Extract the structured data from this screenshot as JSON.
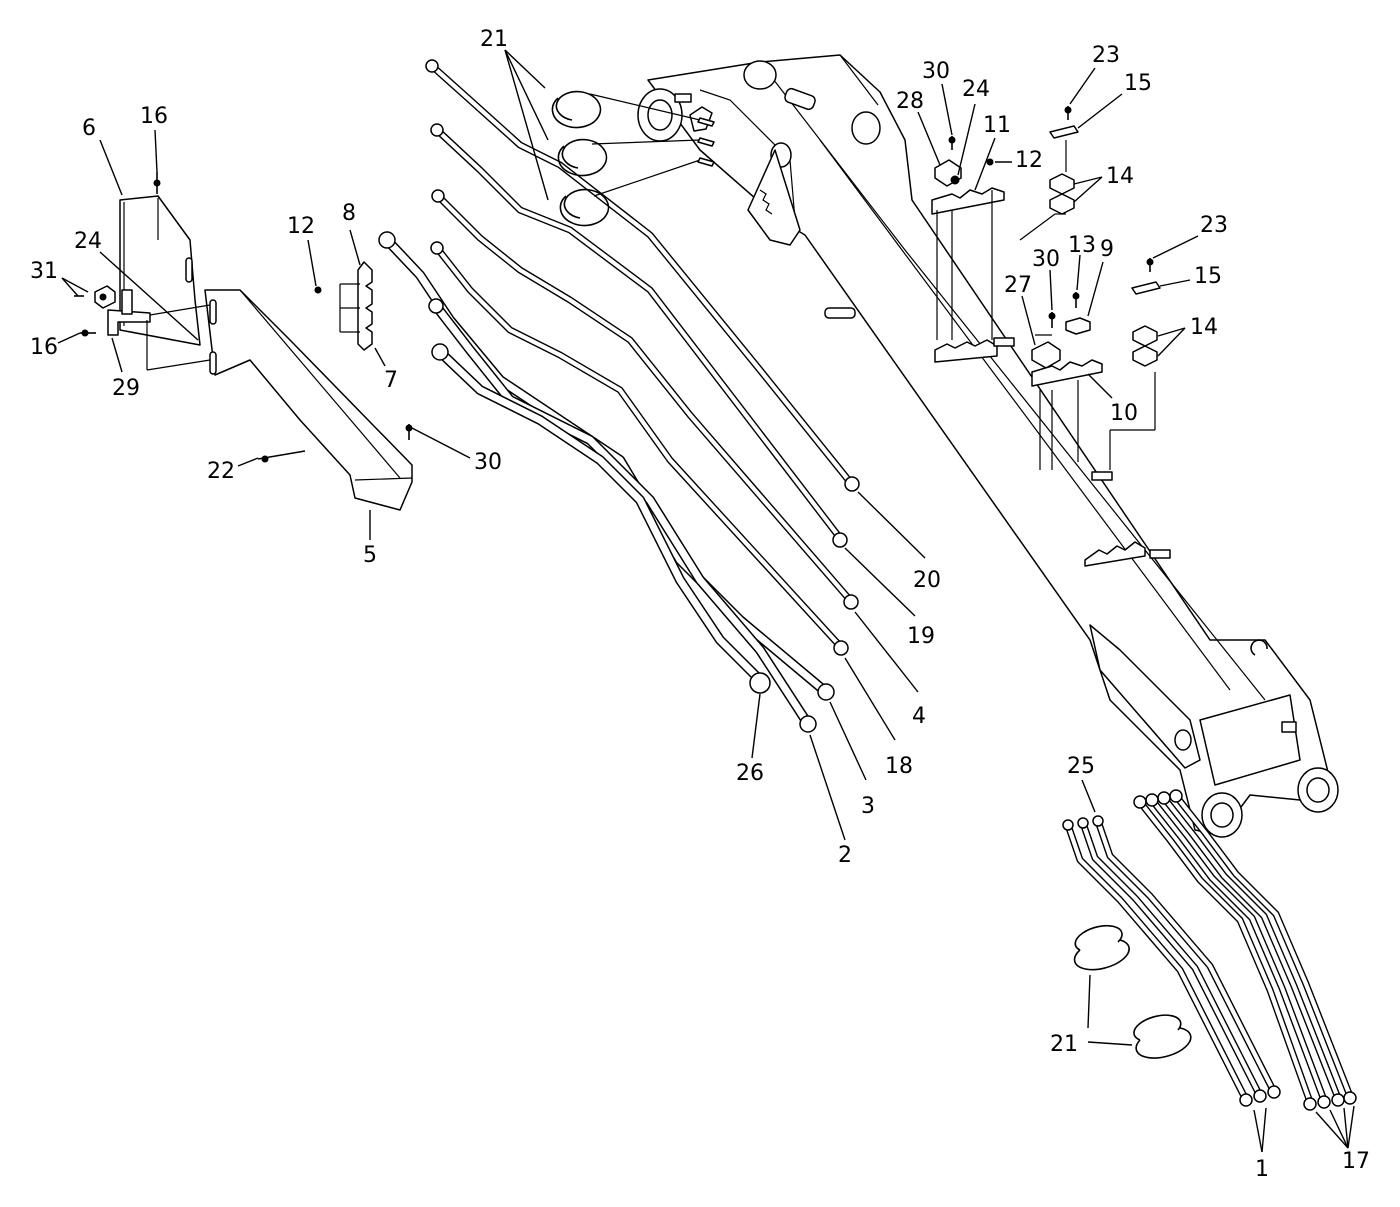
{
  "callouts": [
    {
      "id": "c21a",
      "text": "21"
    },
    {
      "id": "c6",
      "text": "6"
    },
    {
      "id": "c16a",
      "text": "16"
    },
    {
      "id": "c24a",
      "text": "24"
    },
    {
      "id": "c31",
      "text": "31"
    },
    {
      "id": "c16b",
      "text": "16"
    },
    {
      "id": "c29",
      "text": "29"
    },
    {
      "id": "c12a",
      "text": "12"
    },
    {
      "id": "c8",
      "text": "8"
    },
    {
      "id": "c7",
      "text": "7"
    },
    {
      "id": "c22",
      "text": "22"
    },
    {
      "id": "c30a",
      "text": "30"
    },
    {
      "id": "c5",
      "text": "5"
    },
    {
      "id": "c26",
      "text": "26"
    },
    {
      "id": "c2",
      "text": "2"
    },
    {
      "id": "c3",
      "text": "3"
    },
    {
      "id": "c18",
      "text": "18"
    },
    {
      "id": "c4",
      "text": "4"
    },
    {
      "id": "c19",
      "text": "19"
    },
    {
      "id": "c20",
      "text": "20"
    },
    {
      "id": "c30b",
      "text": "30"
    },
    {
      "id": "c28",
      "text": "28"
    },
    {
      "id": "c24b",
      "text": "24"
    },
    {
      "id": "c11",
      "text": "11"
    },
    {
      "id": "c12b",
      "text": "12"
    },
    {
      "id": "c23a",
      "text": "23"
    },
    {
      "id": "c15a",
      "text": "15"
    },
    {
      "id": "c14a",
      "text": "14"
    },
    {
      "id": "c23b",
      "text": "23"
    },
    {
      "id": "c15b",
      "text": "15"
    },
    {
      "id": "c14b",
      "text": "14"
    },
    {
      "id": "c30c",
      "text": "30"
    },
    {
      "id": "c13",
      "text": "13"
    },
    {
      "id": "c9",
      "text": "9"
    },
    {
      "id": "c27",
      "text": "27"
    },
    {
      "id": "c10",
      "text": "10"
    },
    {
      "id": "c25",
      "text": "25"
    },
    {
      "id": "c21b",
      "text": "21"
    },
    {
      "id": "c1",
      "text": "1"
    },
    {
      "id": "c17",
      "text": "17"
    }
  ]
}
